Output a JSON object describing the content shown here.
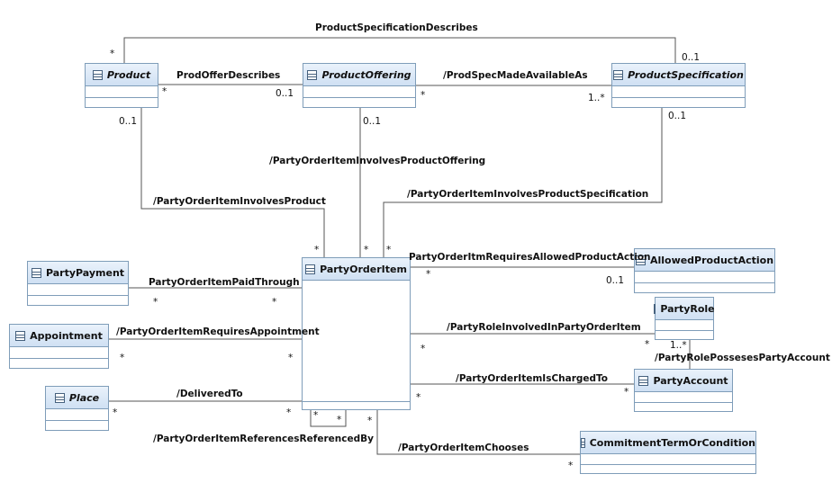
{
  "classes": {
    "product": {
      "name": "Product"
    },
    "product_offering": {
      "name": "ProductOffering"
    },
    "product_specification": {
      "name": "ProductSpecification"
    },
    "party_payment": {
      "name": "PartyPayment"
    },
    "appointment": {
      "name": "Appointment"
    },
    "place": {
      "name": "Place"
    },
    "party_order_item": {
      "name": "PartyOrderItem"
    },
    "allowed_product_action": {
      "name": "AllowedProductAction"
    },
    "party_role": {
      "name": "PartyRole"
    },
    "party_account": {
      "name": "PartyAccount"
    },
    "commitment_term": {
      "name": "CommitmentTermOrCondition"
    }
  },
  "associations": {
    "spec_describes": "ProductSpecificationDescribes",
    "offer_describes": "ProdOfferDescribes",
    "made_available": "/ProdSpecMadeAvailableAs",
    "involves_offering": "/PartyOrderItemInvolvesProductOffering",
    "involves_product": "/PartyOrderItemInvolvesProduct",
    "involves_spec": "/PartyOrderItemInvolvesProductSpecification",
    "requires_action": "PartyOrderItmRequiresAllowedProductAction",
    "paid_through": "PartyOrderItemPaidThrough",
    "requires_appointment": "/PartyOrderItemRequiresAppointment",
    "role_involved": "/PartyRoleInvolvedInPartyOrderItem",
    "role_posseses_account": "/PartyRolePossesesPartyAccount",
    "charged_to": "/PartyOrderItemIsChargedTo",
    "delivered_to": "/DeliveredTo",
    "references": "/PartyOrderItemReferencesReferencedBy",
    "chooses": "/PartyOrderItemChooses"
  },
  "multiplicities": {
    "many": "*",
    "zero_one": "0..1",
    "one_many": "1..*"
  }
}
